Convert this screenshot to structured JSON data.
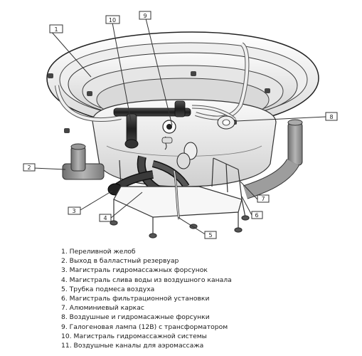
{
  "callouts": [
    "1",
    "2",
    "3",
    "4",
    "5",
    "6",
    "7",
    "8",
    "9",
    "10"
  ],
  "legend": [
    "1. Переливной желоб",
    "2. Выход в балластный резервуар",
    "3. Магистраль гидромассажных форсунок",
    "4. Магистраль слива воды из воздушного канала",
    "5. Трубка подмеса воздуха",
    "6. Магистраль фильтрационной установки",
    "7. Алюминиевый каркас",
    "8. Воздушные и гидромасажные форсунки",
    "9. Галогеновая лампа (12В) с трансформатором",
    "10. Магистраль гидромассажной системы",
    "11. Воздушные каналы для аэромассажа"
  ],
  "colors": {
    "outline": "#222222",
    "bowl_light": "#f4f4f4",
    "bowl_mid": "#dcdcdc",
    "pipe_dark": "#2b2b2b",
    "pipe_gray": "#8c8c8c"
  }
}
